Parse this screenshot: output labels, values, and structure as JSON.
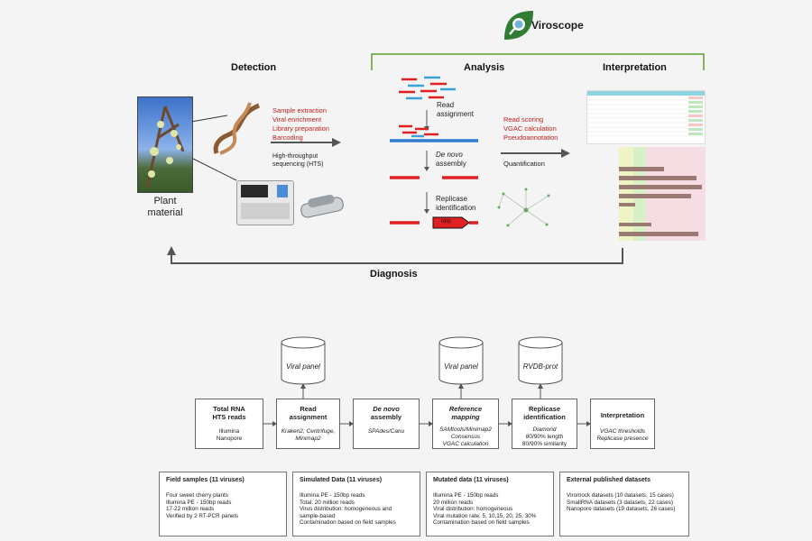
{
  "logo": {
    "text": "Viroscope",
    "brand_color": "#2e7d32"
  },
  "top": {
    "detection": "Detection",
    "analysis": "Analysis",
    "interpretation": "Interpretation",
    "diagnosis": "Diagnosis",
    "plant_label": [
      "Plant",
      "material"
    ],
    "detection_steps": [
      "Sample extraction",
      "Viral enrichment",
      "Library preparation",
      "Barcoding"
    ],
    "hts_label": [
      "High-throughput",
      "sequencing (HTS)"
    ],
    "read_assignment": [
      "Read",
      "assignment"
    ],
    "de_novo": [
      "De novo",
      "assembly"
    ],
    "replicase": [
      "Replicase",
      "identification"
    ],
    "rdrp_tag": "rdrp",
    "scoring_steps": [
      "Read scoring",
      "VGAC calculation",
      "Pseudoannotation"
    ],
    "quantification": "Quantification"
  },
  "pipeline": {
    "databases": [
      "Viral panel",
      "Viral panel",
      "RVDB-prot"
    ],
    "steps": [
      {
        "title": [
          "Total RNA",
          "HTS reads"
        ],
        "body": [
          "Illumina",
          "Nanopore"
        ],
        "italic": false
      },
      {
        "title": [
          "Read",
          "assignment"
        ],
        "body": [
          "Kraken2, Centrifuge,",
          "Minimap2"
        ],
        "italic": true
      },
      {
        "title": [
          "De novo",
          "assembly"
        ],
        "body": [
          "SPAdes/Canu"
        ],
        "italic": true,
        "title_italic_first": true
      },
      {
        "title": [
          "Reference",
          "mapping"
        ],
        "body": [
          "SAMtools/Minimap2",
          "Consensus",
          "VGAC calculation"
        ],
        "italic": true,
        "title_italic": true
      },
      {
        "title": [
          "Replicase",
          "identification"
        ],
        "body": [
          "Diamond",
          "80/90% length",
          "80/90% similarity"
        ],
        "italic": false
      },
      {
        "title": [
          "Interpretation"
        ],
        "body": [
          "VGAC thresholds",
          "Replicase presence"
        ],
        "italic": true
      }
    ]
  },
  "datasets": [
    {
      "title": "Field samples (11 viruses)",
      "lines": [
        "Four sweet cherry plants",
        "Illumina PE - 150bp reads",
        "17-22 million reads",
        "Verified by 2 RT-PCR panels"
      ]
    },
    {
      "title": "Simulated Data (11 viruses)",
      "lines": [
        "Illumina PE - 150bp reads",
        "Total: 20 million reads",
        "Virus distribution: homogeneous and",
        "sample-based",
        "Contamination based on field samples"
      ]
    },
    {
      "title": "Mutated data (11 viruses)",
      "lines": [
        "Illumina PE - 150bp reads",
        "20 million reads",
        "Viral distribution: homogeneous",
        "Viral mutation rate: 5, 10,15, 20, 25, 30%",
        "Contamination based on field samples"
      ]
    },
    {
      "title": "External published datasets",
      "lines": [
        "Viromock datasets (10 datasets, 15 cases)",
        "SmallRNA datasets (3 datasets, 22 cases)",
        "Nanopore datasets (19 datasets, 26 cases)"
      ]
    }
  ]
}
